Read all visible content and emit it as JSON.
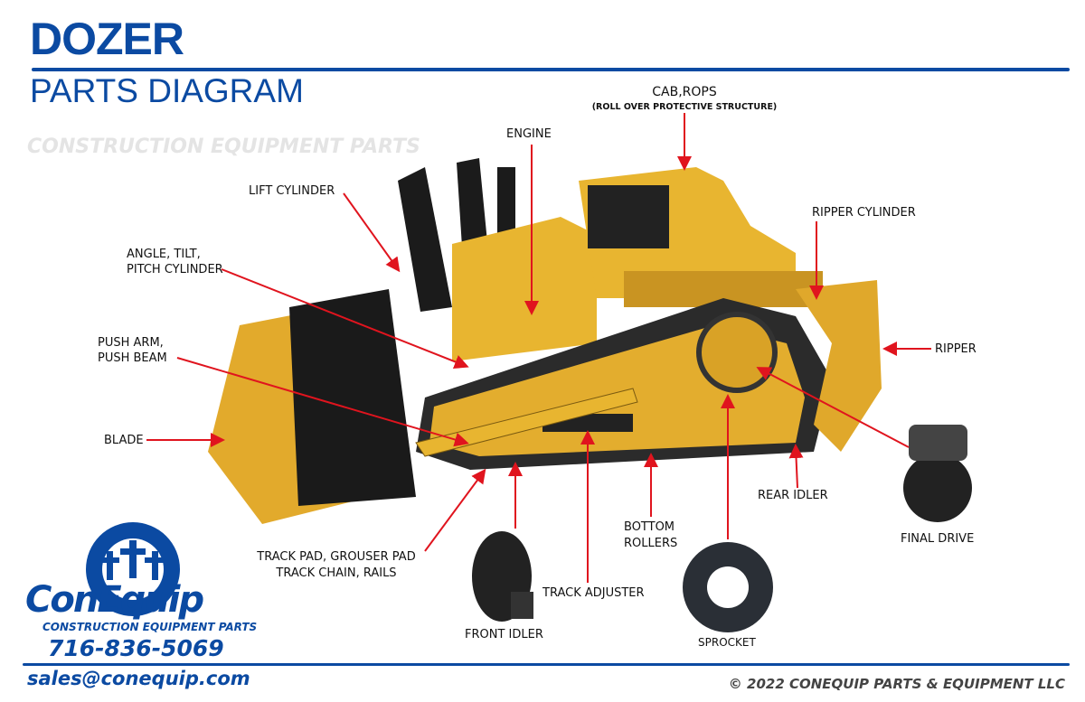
{
  "header": {
    "title": "DOZER",
    "subtitle": "PARTS DIAGRAM"
  },
  "labels": {
    "cab": "CAB,ROPS",
    "cab_sub": "(ROLL OVER PROTECTIVE STRUCTURE)",
    "engine": "ENGINE",
    "lift_cylinder": "LIFT CYLINDER",
    "ripper_cylinder": "RIPPER CYLINDER",
    "angle_1": "ANGLE, TILT,",
    "angle_2": "PITCH CYLINDER",
    "ripper": "RIPPER",
    "push_1": "PUSH ARM,",
    "push_2": "PUSH BEAM",
    "blade": "BLADE",
    "rear_idler": "REAR IDLER",
    "final_drive": "FINAL DRIVE",
    "bottom_1": "BOTTOM",
    "bottom_2": "ROLLERS",
    "track_1": "TRACK PAD, GROUSER PAD",
    "track_2": "TRACK CHAIN, RAILS",
    "track_adjuster": "TRACK ADJUSTER",
    "front_idler": "FRONT IDLER",
    "sprocket": "SPROCKET"
  },
  "brand": {
    "name": "ConEquip",
    "tagline": "CONSTRUCTION EQUIPMENT PARTS",
    "phone": "716-836-5069",
    "email": "sales@conequip.com",
    "watermark": "CONSTRUCTION EQUIPMENT PARTS"
  },
  "footer": {
    "copyright": "© 2022 CONEQUIP PARTS & EQUIPMENT LLC"
  },
  "colors": {
    "brand_blue": "#0b4aa2",
    "arrow_red": "#e0141e",
    "machine_yellow": "#e8b530"
  }
}
